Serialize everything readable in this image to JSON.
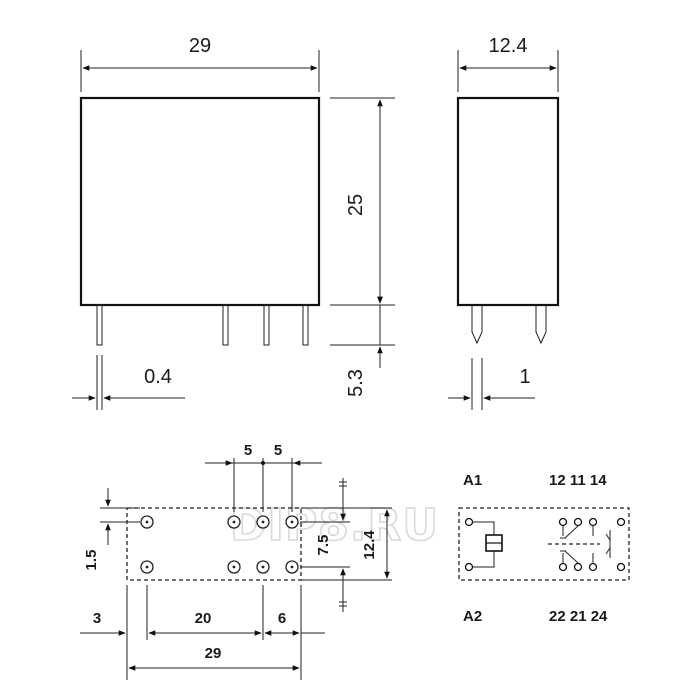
{
  "front_view": {
    "width": "29",
    "pin_width": "0.4",
    "height": "25",
    "pin_length": "5.3"
  },
  "side_view": {
    "depth": "12.4",
    "pin_width": "1"
  },
  "pcb_layout": {
    "pitch_1": "5",
    "pitch_2": "5",
    "row_offset": "1.5",
    "left_margin": "3",
    "coil_to_contacts": "20",
    "contact_offset": "6",
    "overall_length": "29",
    "row_spacing": "7.5",
    "overall_width": "12.4"
  },
  "schematic": {
    "coil_top": "A1",
    "coil_bottom": "A2",
    "contacts_top": "12 11 14",
    "contacts_bottom": "22 21 24"
  },
  "watermark": "DIP8.RU"
}
